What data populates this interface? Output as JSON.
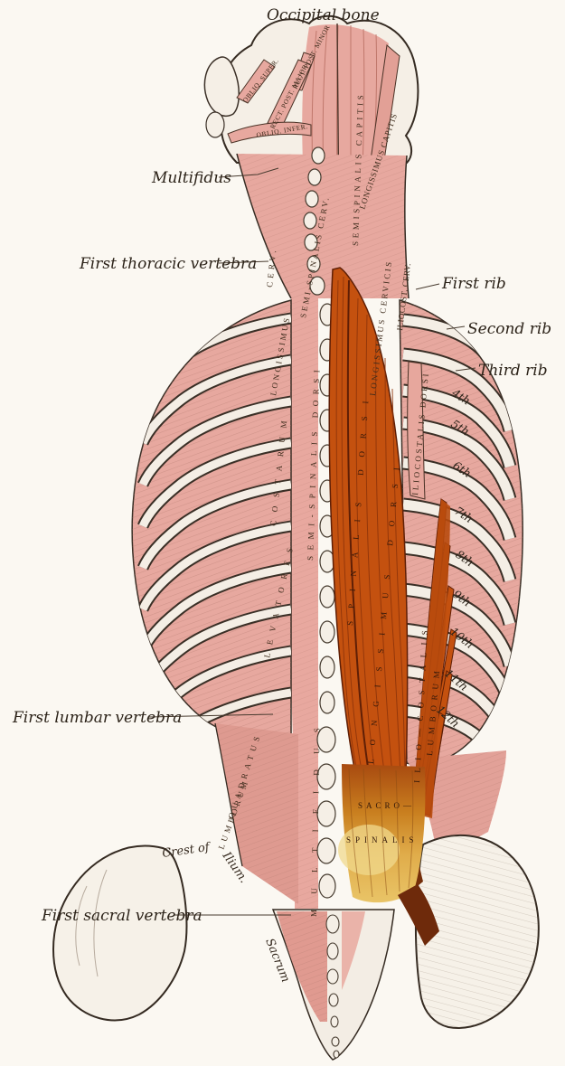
{
  "annotations": {
    "occipital_bone": "Occipital bone",
    "multifidus": "Multifidus",
    "first_thoracic_vertebra": "First thoracic vertebra",
    "first_rib": "First rib",
    "second_rib": "Second rib",
    "third_rib": "Third rib",
    "first_lumbar_vertebra": "First lumbar vertebra",
    "crest_of_ilium_1": "Crest of",
    "crest_of_ilium_2": "Ilium.",
    "sacrum": "Sacrum",
    "first_sacral_vertebra": "First sacral vertebra"
  },
  "rib_numbers": [
    "4th",
    "5th",
    "6th",
    "7th",
    "8th",
    "9th",
    "10th",
    "11th",
    "12th"
  ],
  "muscles": {
    "obliq_super": "OBLIQ. SUPER.",
    "rect_post_minor": "RECT. POST. MINOR",
    "rect_post_major": "RECT. POST. MAJOR",
    "obliq_infer": "OBLIQ. INFER.",
    "semispinalis_capitis": "SEMISPINALIS CAPITIS",
    "longissimus_capitis": "LONGISSIMUS CAPITIS",
    "semi_spinalis_cerv": "SEMI-SPINALIS CERV.",
    "longissimus_cerv_word": "LONGISSIMUS",
    "cerv_word": "CERV.",
    "longissimus_cervicis": "LONGISSIMUS CERVICIS",
    "iliocost_cerv": "ILIOCOST. CERV.",
    "semi_spinalis_dorsi": "SEMI-SPINALIS DORSI",
    "levatores": "LEVATORES",
    "costarum": "COSTARUM",
    "spinalis_dorsi": "SPINALIS DORSI",
    "longissimus_dorsi": "LONGISSIMUS DORSI",
    "iliocostalis_dorsi": "ILIOCOSTALIS DORSI",
    "ilio_costalis": "ILIO—COSTALIS",
    "lumborum_ilio": "LUMBORUM",
    "multifidus_column": "MULTIFIDUS",
    "quadratus": "QUADRATUS",
    "lumborum_quad": "LUMBORUM",
    "sacro": "SACRO—",
    "spinalis_gold": "SPINALIS"
  },
  "colors": {
    "background": "#FBF8F2",
    "muscle_pink": "#E7A89F",
    "muscle_pink_dark": "#DE9A90",
    "bone": "#F5EFE6",
    "outline": "#352B22",
    "erector_orange": "#C4510F",
    "erector_orange_dark": "#5F1F06",
    "aponeurosis_gold": "#DCA648",
    "aponeurosis_gold_light": "#F0D98E",
    "label_ink": "#3E2C1C"
  }
}
